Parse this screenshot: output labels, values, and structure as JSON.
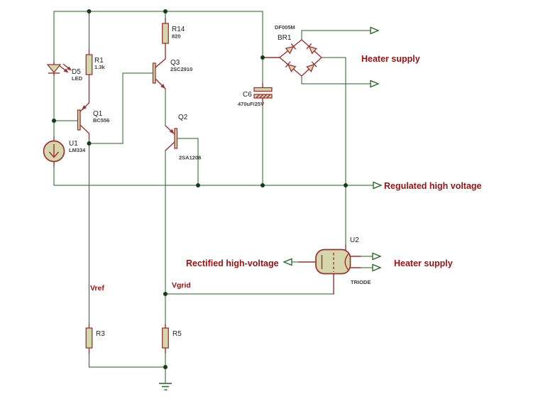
{
  "palette": {
    "wire_green": "#226322",
    "component_red": "#9e3030",
    "component_fill": "#d6d6ac",
    "junction_green": "#143d14",
    "label_red": "#9e1010",
    "text_black": "#1f1f1f",
    "value_gray": "#3f3f3f",
    "background": "#ffffff"
  },
  "components": {
    "d5": {
      "ref": "D5",
      "value": "LED"
    },
    "r1": {
      "ref": "R1",
      "value": "1.3k"
    },
    "r14": {
      "ref": "R14",
      "value": "820"
    },
    "q1": {
      "ref": "Q1",
      "value": "BC556"
    },
    "q3": {
      "ref": "Q3",
      "value": "2SC2910"
    },
    "q2": {
      "ref": "Q2",
      "value": "2SA1208"
    },
    "u1": {
      "ref": "U1",
      "value": "LM334"
    },
    "c6": {
      "ref": "C6",
      "value": "470uF/25V"
    },
    "br1": {
      "ref": "BR1",
      "value": "DF005M"
    },
    "u2": {
      "ref": "U2",
      "value": "TRIODE"
    },
    "r3": {
      "ref": "R3"
    },
    "r5": {
      "ref": "R5"
    }
  },
  "net_labels": {
    "vref": "Vref",
    "vgrid": "Vgrid"
  },
  "terminals": {
    "heater_supply_bridge": "Heater supply",
    "regulated_high_voltage": "Regulated high voltage",
    "rectified_high_voltage": "Rectified high-voltage",
    "heater_supply_tube": "Heater supply"
  }
}
